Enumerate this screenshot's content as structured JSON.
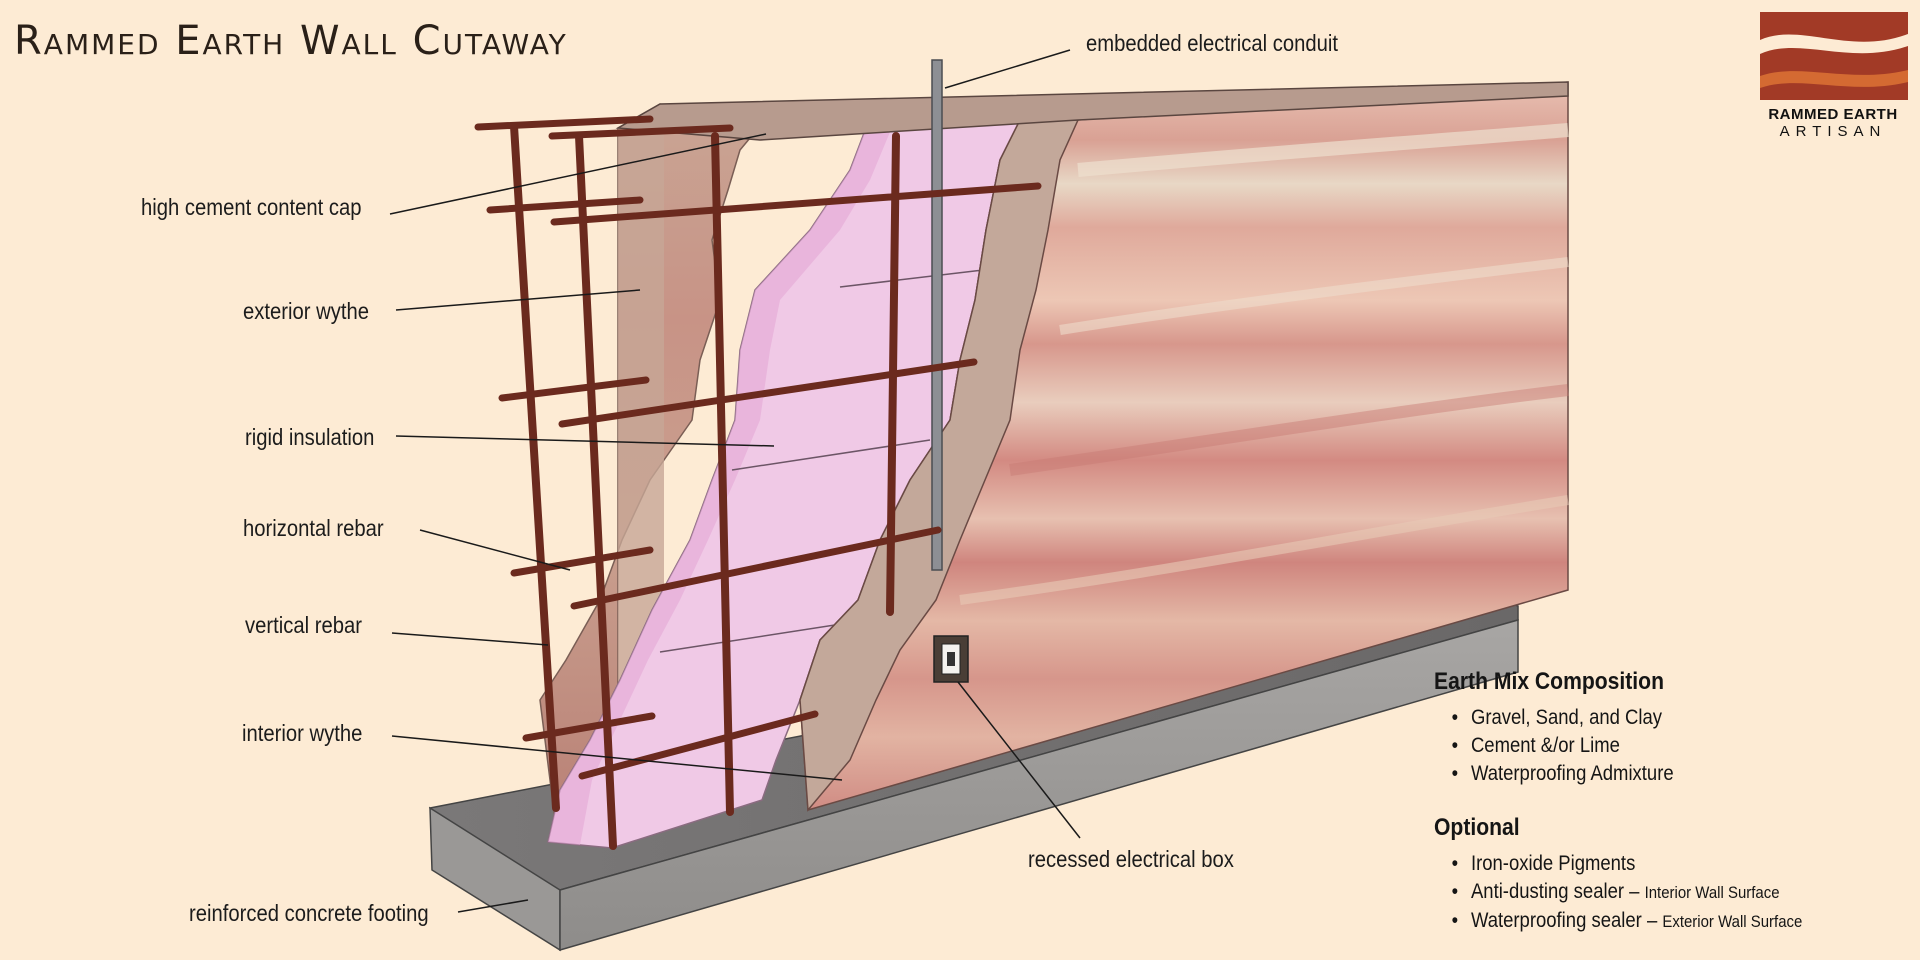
{
  "title": "Rammed Earth Wall Cutaway",
  "logo": {
    "line1": "RAMMED EARTH",
    "line2": "ARTISAN"
  },
  "labels": {
    "conduit": "embedded electrical conduit",
    "cap": "high cement content cap",
    "exterior_wythe": "exterior wythe",
    "insulation": "rigid insulation",
    "horizontal_rebar": "horizontal rebar",
    "vertical_rebar": "vertical rebar",
    "interior_wythe": "interior wythe",
    "footing": "reinforced concrete footing",
    "electrical_box": "recessed electrical box"
  },
  "composition": {
    "heading": "Earth Mix Composition",
    "items": [
      "Gravel, Sand, and Clay",
      "Cement &/or Lime",
      "Waterproofing Admixture"
    ]
  },
  "optional": {
    "heading": "Optional",
    "items": [
      {
        "main": "Iron-oxide Pigments",
        "note": ""
      },
      {
        "main": "Anti-dusting sealer",
        "note": "Interior Wall Surface"
      },
      {
        "main": "Waterproofing sealer",
        "note": "Exterior Wall Surface"
      }
    ]
  },
  "colors": {
    "background": "#fdebd4",
    "rebar": "#6b2a1e",
    "insulation": "#f0c8e4",
    "footing": "#8c8c8c",
    "earth_light": "#e6b4a6",
    "earth_dark": "#d48e84"
  }
}
